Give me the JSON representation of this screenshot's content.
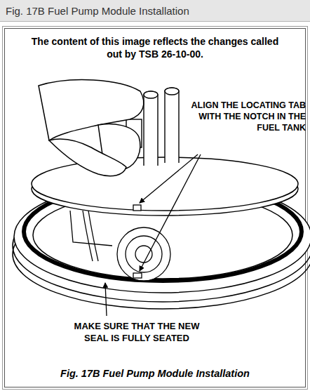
{
  "diagram": {
    "title": "Fig. 17B Fuel Pump Module Installation",
    "caption": "Fig. 17B Fuel Pump Module Installation",
    "labels": [
      "The content of this image reflects the changes called out by TSB 26-10-00.",
      "ALIGN THE LOCATING TAB WITH THE NOTCH IN THE FUEL TANK",
      "MAKE SURE THAT THE NEW SEAL IS FULLY SEATED"
    ]
  }
}
